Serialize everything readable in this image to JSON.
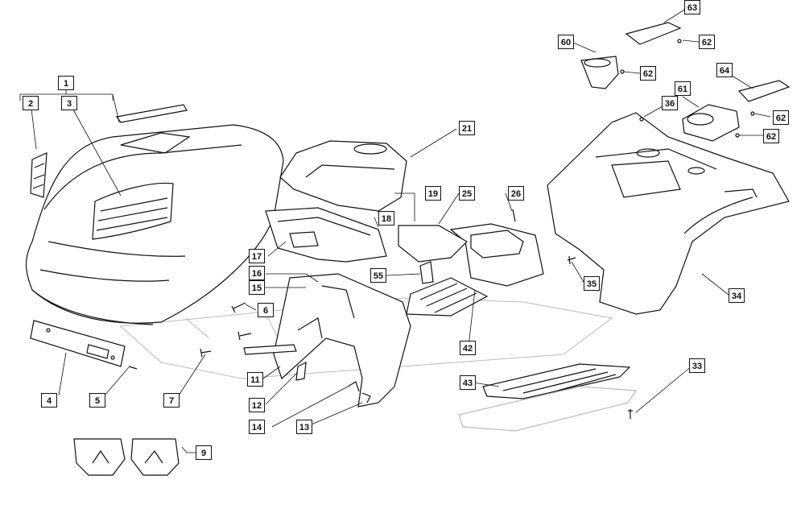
{
  "figure": {
    "type": "exploded-parts-diagram",
    "line_color": "#111111",
    "ghost_color": "#bbbbbb",
    "callouts": [
      {
        "id": "c1",
        "label": "1"
      },
      {
        "id": "c2",
        "label": "2"
      },
      {
        "id": "c3",
        "label": "3"
      },
      {
        "id": "c4",
        "label": "4"
      },
      {
        "id": "c5",
        "label": "5"
      },
      {
        "id": "c6",
        "label": "6"
      },
      {
        "id": "c7",
        "label": "7"
      },
      {
        "id": "c9",
        "label": "9"
      },
      {
        "id": "c11",
        "label": "11"
      },
      {
        "id": "c12",
        "label": "12"
      },
      {
        "id": "c13",
        "label": "13"
      },
      {
        "id": "c14",
        "label": "14"
      },
      {
        "id": "c15",
        "label": "15"
      },
      {
        "id": "c16",
        "label": "16"
      },
      {
        "id": "c17",
        "label": "17"
      },
      {
        "id": "c18",
        "label": "18"
      },
      {
        "id": "c19",
        "label": "19"
      },
      {
        "id": "c21",
        "label": "21"
      },
      {
        "id": "c25",
        "label": "25"
      },
      {
        "id": "c26",
        "label": "26"
      },
      {
        "id": "c33",
        "label": "33"
      },
      {
        "id": "c34",
        "label": "34"
      },
      {
        "id": "c35",
        "label": "35"
      },
      {
        "id": "c36",
        "label": "36"
      },
      {
        "id": "c42",
        "label": "42"
      },
      {
        "id": "c43",
        "label": "43"
      },
      {
        "id": "c55",
        "label": "55"
      },
      {
        "id": "c60",
        "label": "60"
      },
      {
        "id": "c61",
        "label": "61"
      },
      {
        "id": "c62a",
        "label": "62"
      },
      {
        "id": "c62b",
        "label": "62"
      },
      {
        "id": "c62c",
        "label": "62"
      },
      {
        "id": "c62d",
        "label": "62"
      },
      {
        "id": "c63",
        "label": "63"
      },
      {
        "id": "c64",
        "label": "64"
      }
    ]
  }
}
